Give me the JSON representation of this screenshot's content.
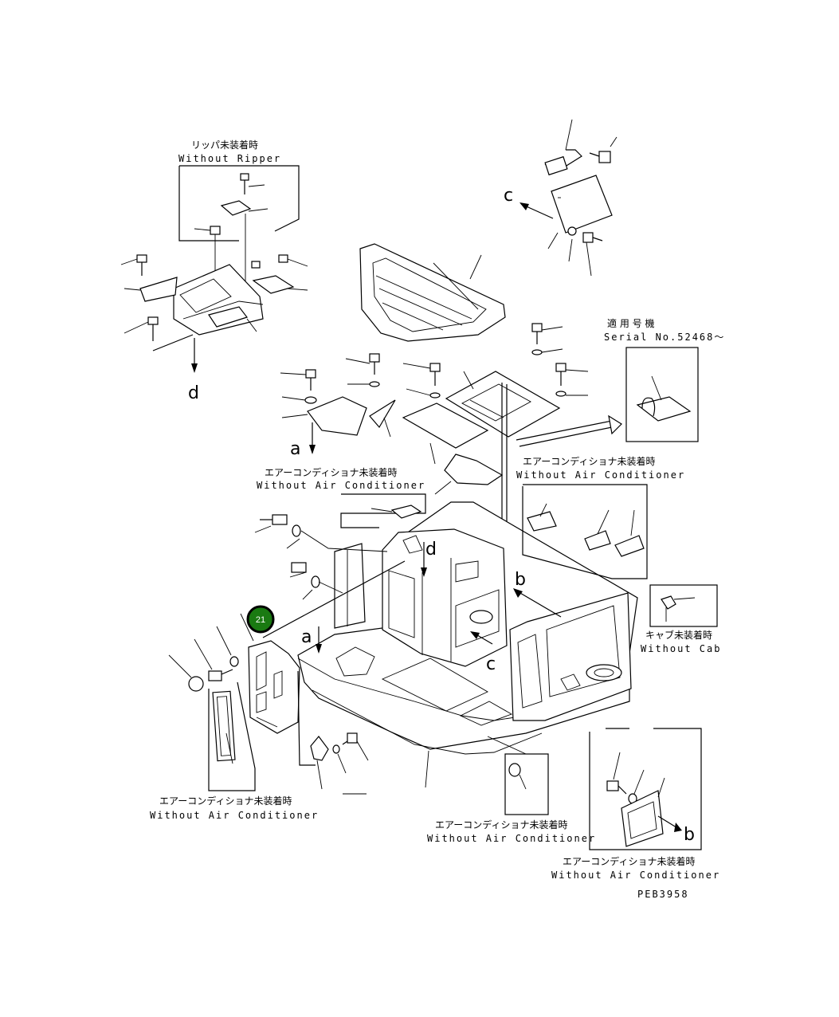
{
  "labels": {
    "without_ripper_jp": "リッパ未装着時",
    "without_ripper_en": "Without Ripper",
    "serial_jp": "適 用 号 機",
    "serial_en": "Serial No.52468～",
    "wac_jp": "エアーコンディショナ未装着時",
    "wac_en": "Without Air Conditioner",
    "without_cab_jp": "キャブ未装着時",
    "without_cab_en": "Without Cab",
    "drawing_code": "PEB3958"
  },
  "refs": {
    "a": "a",
    "b": "b",
    "c": "c",
    "d": "d"
  },
  "callout": {
    "number": "21",
    "color": "#1a7a12"
  }
}
